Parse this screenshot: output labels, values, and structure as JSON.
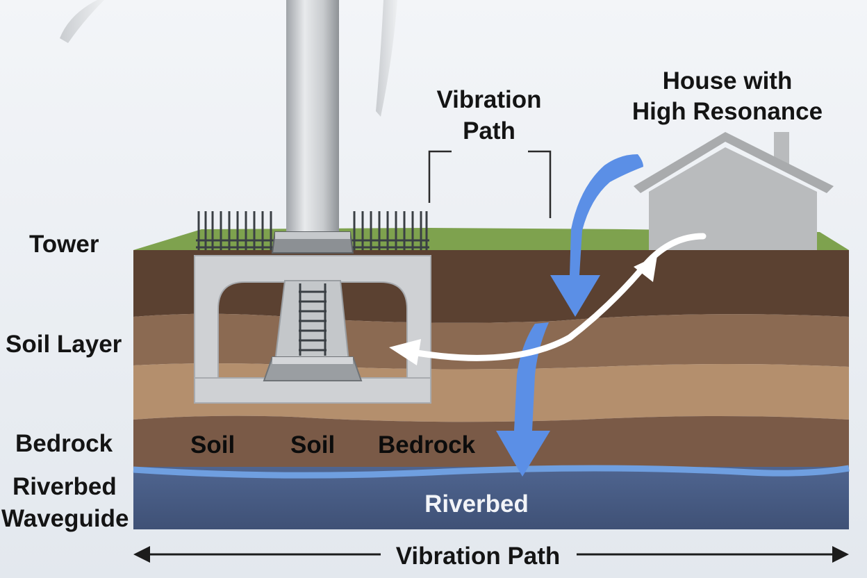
{
  "labels": {
    "tower": "Tower",
    "soil_layer": "Soil Layer",
    "bedrock": "Bedrock",
    "riverbed_waveguide_line1": "Riverbed",
    "riverbed_waveguide_line2": "Waveguide",
    "vibration_path_top_line1": "Vibration",
    "vibration_path_top_line2": "Path",
    "house_line1": "House with",
    "house_line2": "High Resonance",
    "soil_1": "Soil",
    "soil_2": "Soil",
    "bedrock_inline": "Bedrock",
    "riverbed": "Riverbed",
    "vibration_path_bottom": "Vibration Path"
  },
  "colors": {
    "background": "#e9edf2",
    "grass": "#7ea24e",
    "topsoil": "#5b4131",
    "soil_layer": "#8b6a52",
    "light_soil": "#b48f6d",
    "bedrock": "#7a5a47",
    "riverbed": "#4a5f82",
    "water_line": "#6f9fe0",
    "concrete": "#cfd1d4",
    "arrow_blue": "#5b8fe6",
    "arrow_white": "#ffffff",
    "house": "#b9bbbd"
  },
  "icons": {
    "foundation": "concrete-foundation",
    "tower": "turbine-tower",
    "house": "house-icon"
  }
}
